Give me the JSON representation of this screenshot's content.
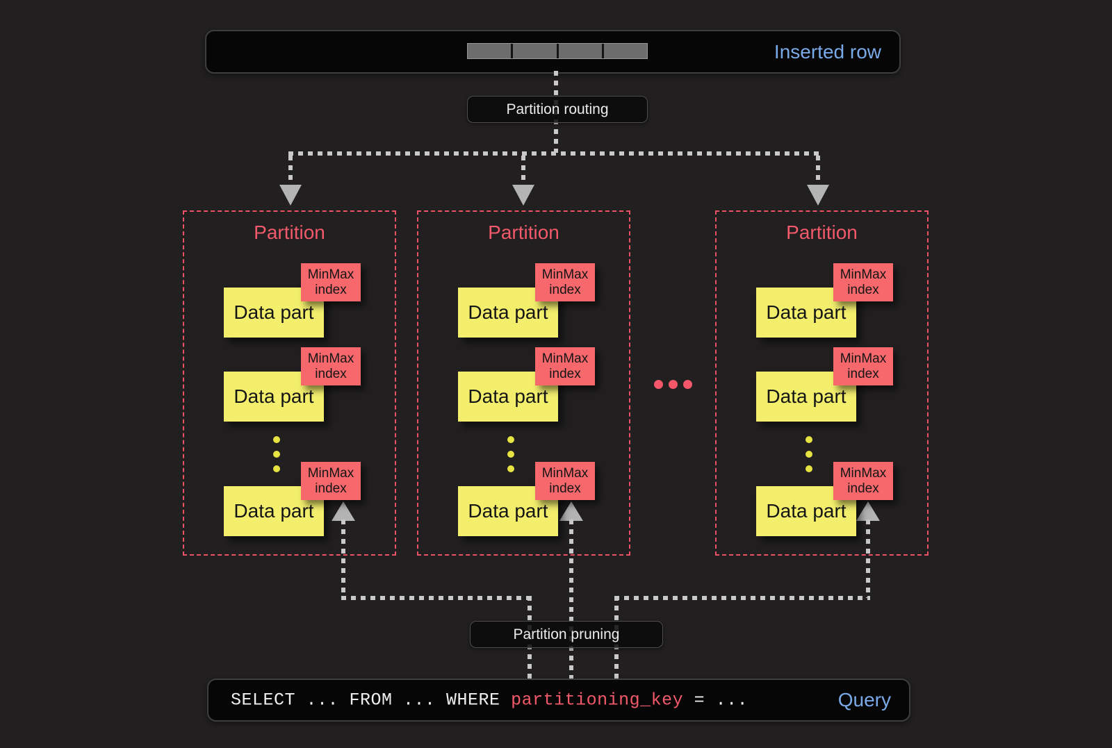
{
  "colors": {
    "background": "#211f1f",
    "bar_background": "#060606",
    "bar_border": "#3e3e3e",
    "accent_blue": "#7aa9e8",
    "accent_red": "#f2596b",
    "partition_border_red": "#ee5166",
    "minmax_box_red": "#f7686c",
    "data_part_yellow": "#f3ef6d",
    "connector_gray": "#c9c9c9",
    "segment_gray": "#6d6d6d",
    "badge_text": "#ececec"
  },
  "top_bar": {
    "label": "Inserted row",
    "segments": 4
  },
  "routing_label": "Partition routing",
  "pruning_label": "Partition pruning",
  "partitions": [
    {
      "title": "Partition",
      "parts": [
        {
          "label": "Data part",
          "index": [
            "MinMax",
            "index"
          ]
        },
        {
          "label": "Data part",
          "index": [
            "MinMax",
            "index"
          ]
        },
        {
          "label": "Data part",
          "index": [
            "MinMax",
            "index"
          ]
        }
      ]
    },
    {
      "title": "Partition",
      "parts": [
        {
          "label": "Data part",
          "index": [
            "MinMax",
            "index"
          ]
        },
        {
          "label": "Data part",
          "index": [
            "MinMax",
            "index"
          ]
        },
        {
          "label": "Data part",
          "index": [
            "MinMax",
            "index"
          ]
        }
      ]
    },
    {
      "title": "Partition",
      "parts": [
        {
          "label": "Data part",
          "index": [
            "MinMax",
            "index"
          ]
        },
        {
          "label": "Data part",
          "index": [
            "MinMax",
            "index"
          ]
        },
        {
          "label": "Data part",
          "index": [
            "MinMax",
            "index"
          ]
        }
      ]
    }
  ],
  "query_bar": {
    "sql_prefix": "SELECT ... FROM ... WHERE ",
    "sql_key": "partitioning_key",
    "sql_suffix": " = ...",
    "label": "Query"
  }
}
